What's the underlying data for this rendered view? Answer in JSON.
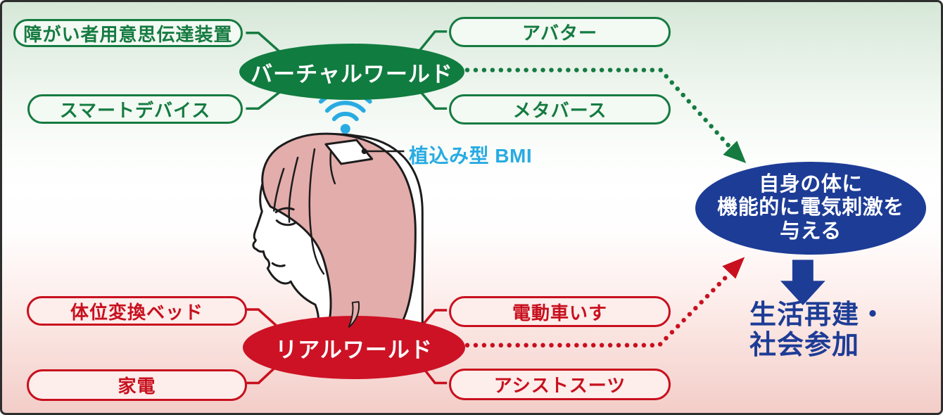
{
  "diagram": {
    "virtual": {
      "label": "バーチャルワールド",
      "items": [
        "障がい者用意思伝達装置",
        "スマートデバイス",
        "アバター",
        "メタバース"
      ]
    },
    "real": {
      "label": "リアルワールド",
      "items": [
        "体位変換ベッド",
        "家電",
        "電動車いす",
        "アシストスーツ"
      ]
    },
    "bmi_label": "植込み型 BMI",
    "stimulation": {
      "line1": "自身の体に",
      "line2": "機能的に電気刺激を",
      "line3": "与える"
    },
    "outcome": {
      "line1": "生活再建・",
      "line2": "社会参加"
    },
    "colors": {
      "green": "#117c40",
      "red": "#cd1225",
      "blue": "#1d3c96",
      "light_blue": "#29abe2",
      "hair_pink": "#e3adab"
    }
  }
}
